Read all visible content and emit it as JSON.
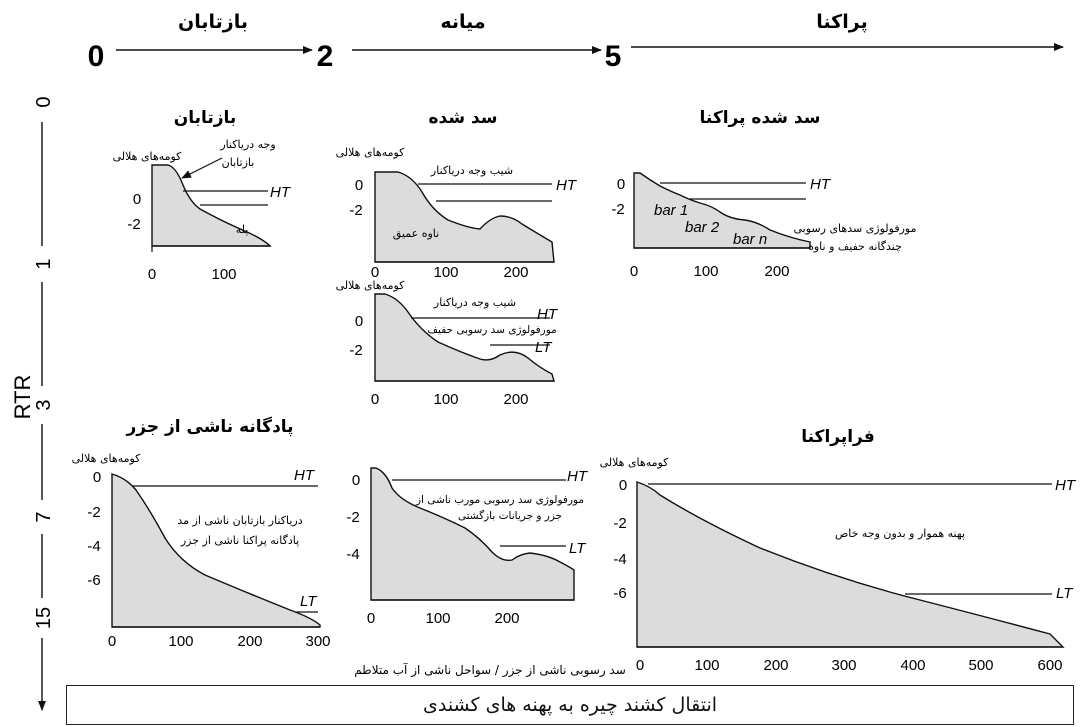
{
  "header": {
    "stages": [
      "بازتابان",
      "میانه",
      "پراکنا"
    ],
    "marks": [
      "0",
      "2",
      "5"
    ]
  },
  "axis": {
    "label": "RTR",
    "ticks": [
      "0",
      "1",
      "3",
      "7",
      "15"
    ]
  },
  "panels": {
    "reflective": {
      "title": "بازتابان",
      "notes": [
        "کومه‌های هلالی",
        "وجه دریاکنار",
        "بازتابان",
        "پله"
      ],
      "levels": [
        "HT"
      ],
      "y_ticks": [
        "0",
        "-2"
      ],
      "x_ticks": [
        "0",
        "100"
      ]
    },
    "barred1": {
      "title": "سد شده",
      "notes": [
        "کومه‌های هلالی",
        "شیب وجه دریاکنار",
        "ناوه عمیق"
      ],
      "levels": [
        "HT"
      ],
      "y_ticks": [
        "0",
        "-2"
      ],
      "x_ticks": [
        "0",
        "100",
        "200"
      ]
    },
    "barred2": {
      "notes": [
        "کومه‌های هلالی",
        "شیب وجه دریاکنار",
        "مورفولوژی سد رسوبی حفیف"
      ],
      "levels": [
        "HT",
        "LT"
      ],
      "y_ticks": [
        "0",
        "-2"
      ],
      "x_ticks": [
        "0",
        "100",
        "200"
      ]
    },
    "barred_dissipative": {
      "title": "سد شده پراکنا",
      "bars": [
        "bar 1",
        "bar 2",
        "bar n"
      ],
      "notes": [
        "مورفولوژی سدهای رسوبی",
        "چندگانه حفیف و ناوه"
      ],
      "levels": [
        "HT"
      ],
      "y_ticks": [
        "0",
        "-2"
      ],
      "x_ticks": [
        "0",
        "100",
        "200"
      ]
    },
    "low_tide_terrace": {
      "title": "پادگانه ناشی از جزر",
      "notes": [
        "کومه‌های هلالی",
        "دریاکنار بازتابان ناشی از مد",
        "پادگانه پراکنا ناشی از جزر"
      ],
      "levels": [
        "HT",
        "LT"
      ],
      "y_ticks": [
        "0",
        "-2",
        "-4",
        "-6"
      ],
      "x_ticks": [
        "0",
        "100",
        "200",
        "300"
      ]
    },
    "low_tide_bar": {
      "notes": [
        "مورفولوژی سد رسوبی مورب ناشی از",
        "جزر و جریانات بازگشتی"
      ],
      "caption": "سد رسوبی ناشی از جزر / سواحل ناشی از آب متلاطم",
      "levels": [
        "HT",
        "LT"
      ],
      "y_ticks": [
        "0",
        "-2",
        "-4"
      ],
      "x_ticks": [
        "0",
        "100",
        "200"
      ]
    },
    "ultra_dissipative": {
      "title": "فراپراکنا",
      "notes": [
        "کومه‌های هلالی",
        "پهنه هموار و بدون وجه خاص"
      ],
      "levels": [
        "HT",
        "LT"
      ],
      "y_ticks": [
        "0",
        "-2",
        "-4",
        "-6"
      ],
      "x_ticks": [
        "0",
        "100",
        "200",
        "300",
        "400",
        "500",
        "600"
      ]
    }
  },
  "footer": {
    "text": "انتقال کشند چیره به پهنه های کشندی"
  }
}
